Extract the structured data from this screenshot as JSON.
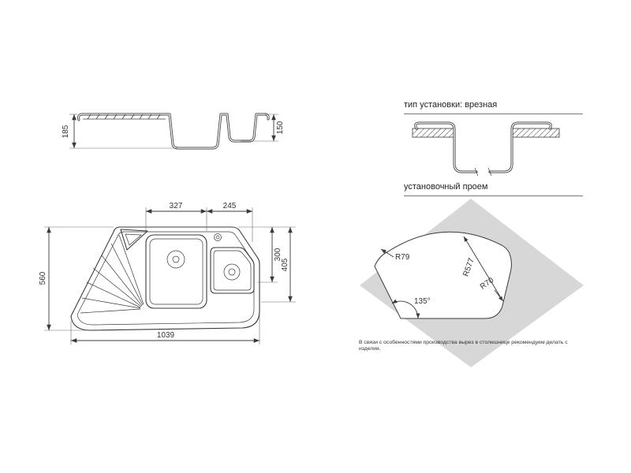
{
  "side_view": {
    "height_total": "185",
    "height_bowl": "150"
  },
  "plan_view": {
    "width_main_bowl": "327",
    "width_small_bowl": "245",
    "height_total": "560",
    "depth_inner": "300",
    "depth_outer": "405",
    "width_total": "1039"
  },
  "installation": {
    "title": "тип установки: врезная"
  },
  "cutout": {
    "title": "установочный проем",
    "radius_top_left": "R79",
    "radius_arc": "R577",
    "radius_bottom_right": "R70",
    "angle": "135°"
  },
  "note": "В связи с особенностями производства вырез в столешнице рекомендуем делать с изделия.",
  "colors": {
    "line": "#3a3a3a",
    "diamond": "#d7d7d7",
    "background": "#ffffff"
  }
}
